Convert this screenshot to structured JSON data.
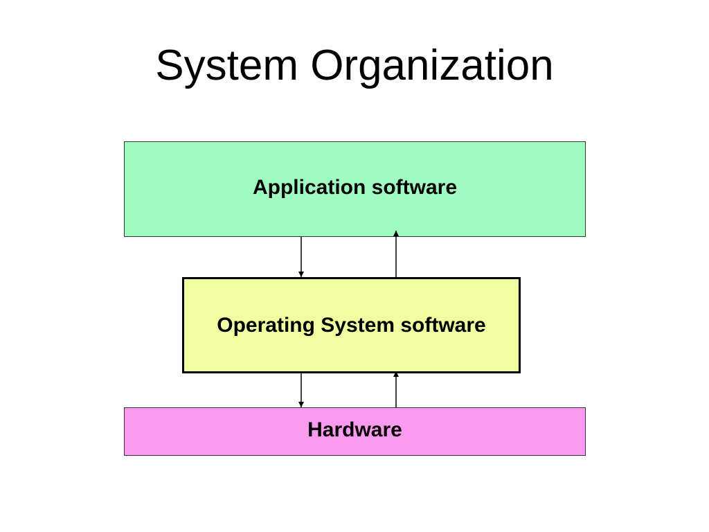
{
  "title": "System Organization",
  "layers": [
    {
      "label": "Application software",
      "color": "#9ffbbf"
    },
    {
      "label": "Operating System software",
      "color": "#f0fda0"
    },
    {
      "label": "Hardware",
      "color": "#fa9bef"
    }
  ]
}
